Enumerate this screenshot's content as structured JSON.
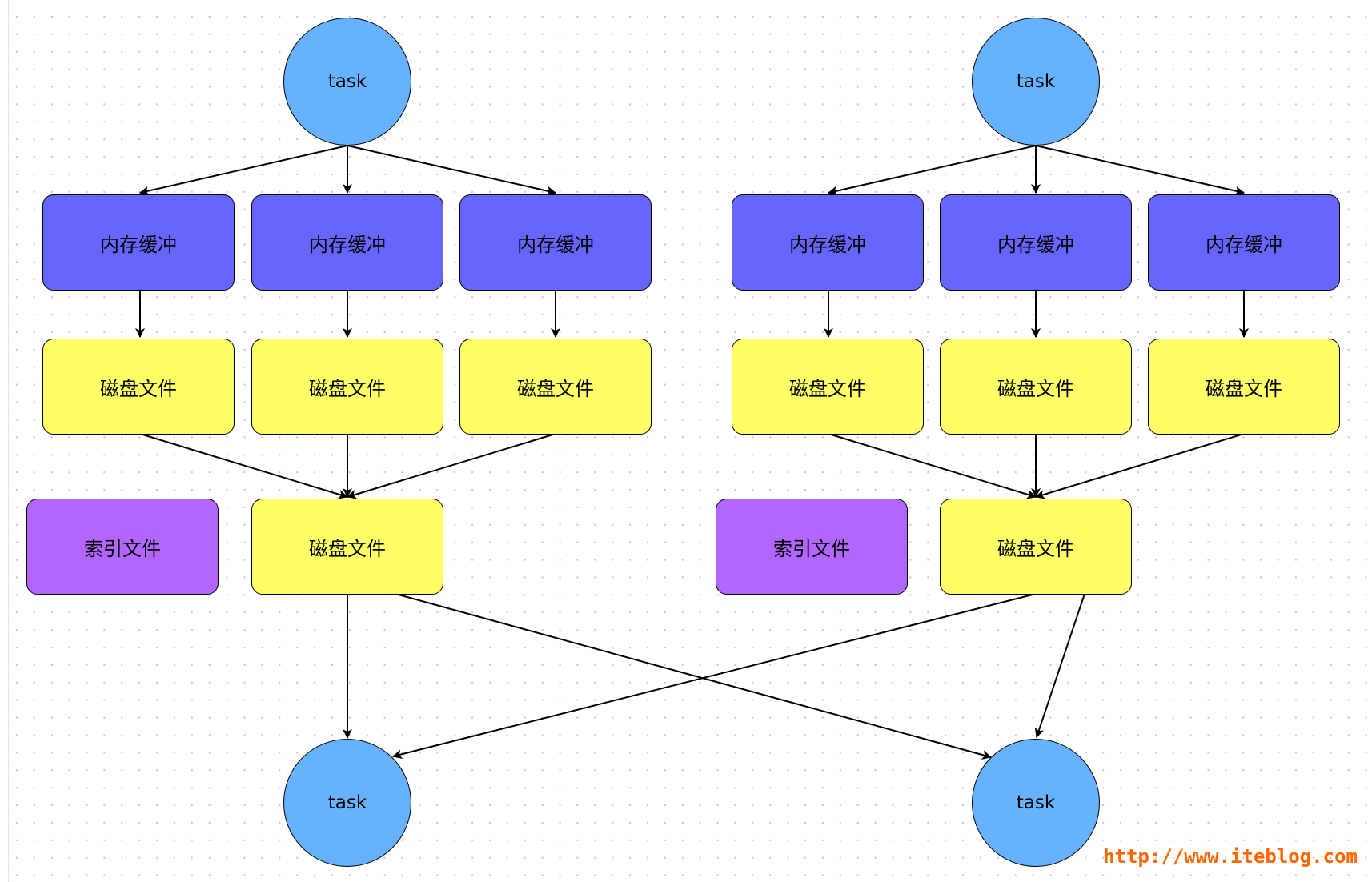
{
  "colors": {
    "task": "#66b2ff",
    "memory_buffer": "#6666ff",
    "disk_file": "#ffff66",
    "index_file": "#b266ff",
    "watermark": "#ff6600"
  },
  "groups": [
    {
      "top_task": "task",
      "buffers": [
        "内存缓冲",
        "内存缓冲",
        "内存缓冲"
      ],
      "spill_files": [
        "磁盘文件",
        "磁盘文件",
        "磁盘文件"
      ],
      "index_file": "索引文件",
      "merged_file": "磁盘文件"
    },
    {
      "top_task": "task",
      "buffers": [
        "内存缓冲",
        "内存缓冲",
        "内存缓冲"
      ],
      "spill_files": [
        "磁盘文件",
        "磁盘文件",
        "磁盘文件"
      ],
      "index_file": "索引文件",
      "merged_file": "磁盘文件"
    }
  ],
  "bottom_tasks": [
    "task",
    "task"
  ],
  "watermark": "http://www.iteblog.com"
}
